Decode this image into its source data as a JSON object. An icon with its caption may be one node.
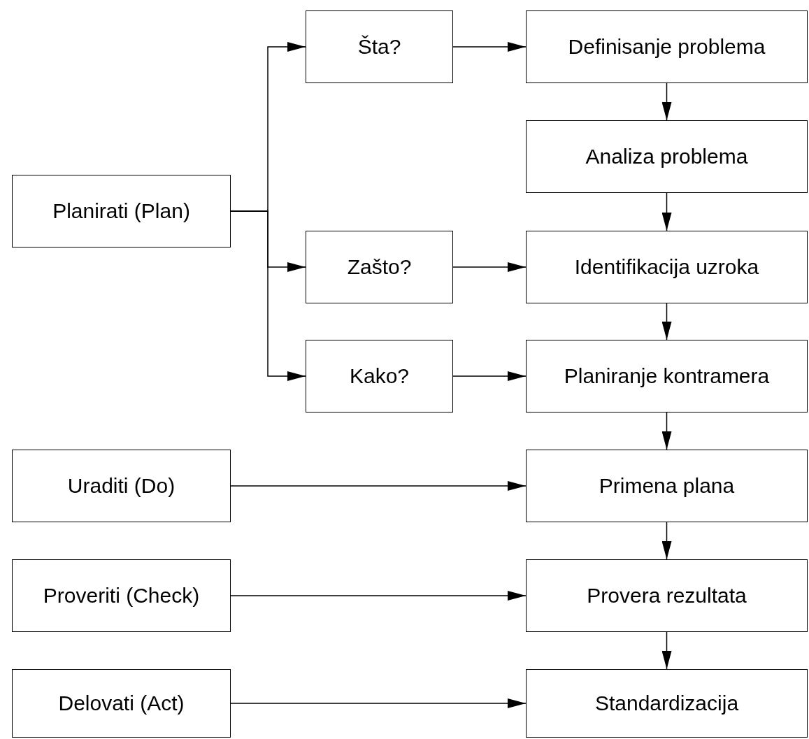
{
  "diagram": {
    "nodes": [
      {
        "text": [
          "Planirati (Plan)"
        ]
      },
      {
        "text": [
          "Šta?"
        ]
      },
      {
        "text": [
          "Zašto?"
        ]
      },
      {
        "text": [
          "Kako?"
        ]
      },
      {
        "text": [
          "Definisanje problema"
        ]
      },
      {
        "text": [
          "Analiza problema"
        ]
      },
      {
        "text": [
          "Identifikacija uzroka"
        ]
      },
      {
        "text": [
          "Planiranje kontramera"
        ]
      },
      {
        "text": [
          "Uraditi (Do)"
        ]
      },
      {
        "text": [
          "Primena plana"
        ]
      },
      {
        "text": [
          "Proveriti (Check)"
        ]
      },
      {
        "text": [
          "Provera rezultata"
        ]
      },
      {
        "text": [
          "Delovati (Act)"
        ]
      },
      {
        "text": [
          "Standardizacija"
        ]
      }
    ],
    "edges": [
      {
        "from": 0,
        "to": 1,
        "arrow": "to"
      },
      {
        "from": 0,
        "to": 2,
        "arrow": "to"
      },
      {
        "from": 0,
        "to": 3,
        "arrow": "to"
      },
      {
        "from": 1,
        "to": 4,
        "arrow": "to"
      },
      {
        "from": 4,
        "to": 5,
        "arrow": "to"
      },
      {
        "from": 5,
        "to": 6,
        "arrow": "to"
      },
      {
        "from": 2,
        "to": 6,
        "arrow": "to"
      },
      {
        "from": 6,
        "to": 7,
        "arrow": "to"
      },
      {
        "from": 3,
        "to": 7,
        "arrow": "to"
      },
      {
        "from": 7,
        "to": 9,
        "arrow": "to"
      },
      {
        "from": 8,
        "to": 9,
        "arrow": "to"
      },
      {
        "from": 9,
        "to": 11,
        "arrow": "to"
      },
      {
        "from": 10,
        "to": 11,
        "arrow": "to"
      },
      {
        "from": 11,
        "to": 13,
        "arrow": "to"
      },
      {
        "from": 12,
        "to": 13,
        "arrow": "to"
      }
    ]
  }
}
